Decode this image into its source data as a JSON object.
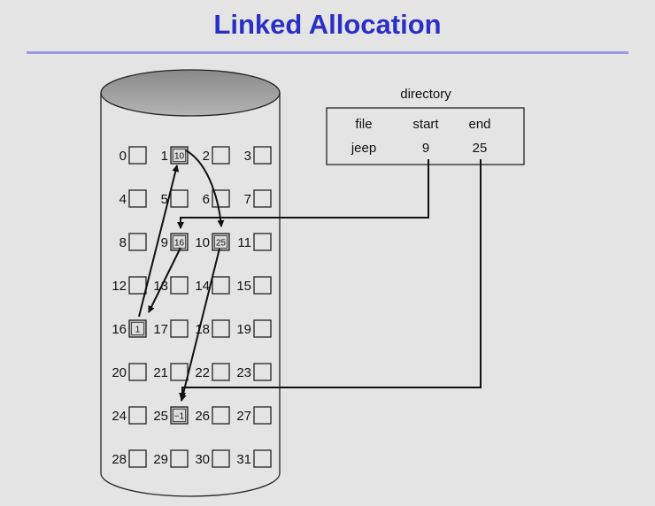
{
  "title": "Linked Allocation",
  "directory": {
    "label": "directory",
    "headers": [
      "file",
      "start",
      "end"
    ],
    "row": [
      "jeep",
      "9",
      "25"
    ]
  },
  "blocks": [
    {
      "n": "0"
    },
    {
      "n": "1",
      "value": "10"
    },
    {
      "n": "2"
    },
    {
      "n": "3"
    },
    {
      "n": "4"
    },
    {
      "n": "5"
    },
    {
      "n": "6"
    },
    {
      "n": "7"
    },
    {
      "n": "8"
    },
    {
      "n": "9",
      "value": "16"
    },
    {
      "n": "10",
      "value": "25"
    },
    {
      "n": "11"
    },
    {
      "n": "12"
    },
    {
      "n": "13"
    },
    {
      "n": "14"
    },
    {
      "n": "15"
    },
    {
      "n": "16",
      "value": "1"
    },
    {
      "n": "17"
    },
    {
      "n": "18"
    },
    {
      "n": "19"
    },
    {
      "n": "20"
    },
    {
      "n": "21"
    },
    {
      "n": "22"
    },
    {
      "n": "23"
    },
    {
      "n": "24"
    },
    {
      "n": "25",
      "value": "−1"
    },
    {
      "n": "26"
    },
    {
      "n": "27"
    },
    {
      "n": "28"
    },
    {
      "n": "29"
    },
    {
      "n": "30"
    },
    {
      "n": "31"
    }
  ],
  "colors": {
    "title": "#2a2fc6",
    "rule": "#9a9ae0",
    "background": "#e4e4e4",
    "used_block_fill": "#b8b8b8",
    "disk_top": "#a0a0a0"
  }
}
